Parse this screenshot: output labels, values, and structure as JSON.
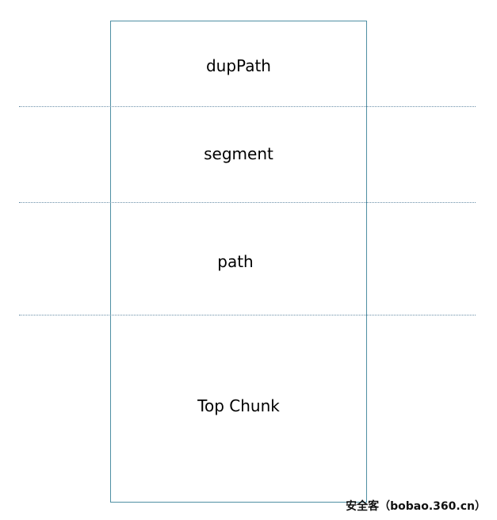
{
  "segments": {
    "dup_path": "dupPath",
    "segment": "segment",
    "path": "path",
    "top_chunk": "Top Chunk"
  },
  "watermark": "安全客（bobao.360.cn）",
  "colors": {
    "box_border": "#4f8fa3",
    "divider": "#6a8fa8"
  }
}
